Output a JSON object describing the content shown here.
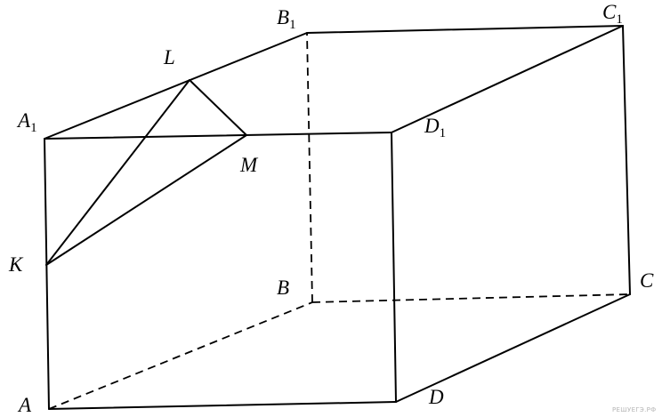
{
  "points": {
    "A": {
      "letter": "A",
      "sub": ""
    },
    "B": {
      "letter": "B",
      "sub": ""
    },
    "C": {
      "letter": "C",
      "sub": ""
    },
    "D": {
      "letter": "D",
      "sub": ""
    },
    "A1": {
      "letter": "A",
      "sub": "1"
    },
    "B1": {
      "letter": "B",
      "sub": "1"
    },
    "C1": {
      "letter": "C",
      "sub": "1"
    },
    "D1": {
      "letter": "D",
      "sub": "1"
    },
    "K": {
      "letter": "K",
      "sub": ""
    },
    "L": {
      "letter": "L",
      "sub": ""
    },
    "M": {
      "letter": "M",
      "sub": ""
    }
  },
  "watermark": "РЕШУЕГЭ.РФ"
}
